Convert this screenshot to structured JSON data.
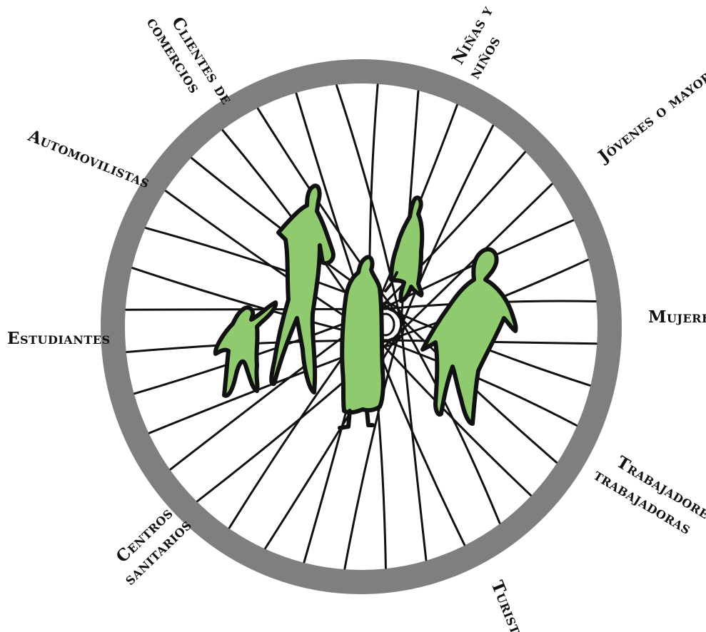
{
  "colors": {
    "rim": "#7f7f7f",
    "spoke": "#111111",
    "figure_fill": "#8fca6e",
    "figure_stroke": "#111111",
    "background": "#ffffff"
  },
  "labels": {
    "clientes": [
      "Clientes de",
      "comercios"
    ],
    "ninas": [
      "Niñas y",
      "niños"
    ],
    "jovenes": "Jóvenes o mayores",
    "automovilistas": "Automovilistas",
    "mujeres": "Mujeres",
    "estudiantes": "Estudiantes",
    "trabajadores": [
      "Trabajadores y",
      "trabajadoras"
    ],
    "centros": [
      "Centros",
      "sanitarios"
    ],
    "turistas": "Turistas"
  },
  "figures": [
    "adult-tall",
    "child-arms-up",
    "robed-center",
    "small-person",
    "large-person"
  ]
}
